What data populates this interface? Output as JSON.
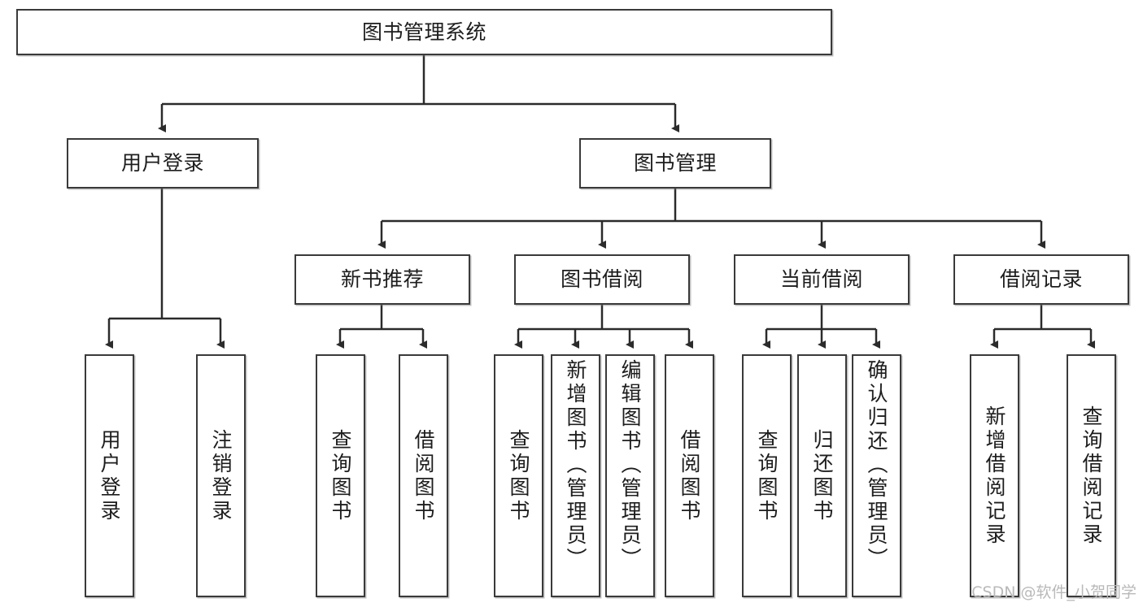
{
  "diagram": {
    "type": "hierarchy-tree",
    "title": "图书管理系统",
    "root": {
      "id": "root",
      "label": "图书管理系统",
      "orientation": "horizontal"
    },
    "level2": [
      {
        "id": "user-login",
        "label": "用户登录",
        "orientation": "horizontal"
      },
      {
        "id": "book-management",
        "label": "图书管理",
        "orientation": "horizontal"
      }
    ],
    "level3": [
      {
        "id": "new-book-recommend",
        "label": "新书推荐",
        "orientation": "horizontal",
        "parent": "book-management"
      },
      {
        "id": "book-borrow",
        "label": "图书借阅",
        "orientation": "horizontal",
        "parent": "book-management"
      },
      {
        "id": "current-borrow",
        "label": "当前借阅",
        "orientation": "horizontal",
        "parent": "book-management"
      },
      {
        "id": "borrow-record",
        "label": "借阅记录",
        "orientation": "horizontal",
        "parent": "book-management"
      }
    ],
    "leaves": [
      {
        "id": "leaf-user-login",
        "label": "用户登录",
        "parent": "user-login",
        "orientation": "vertical"
      },
      {
        "id": "leaf-logout-login",
        "label": "注销登录",
        "parent": "user-login",
        "orientation": "vertical"
      },
      {
        "id": "leaf-query-book-1",
        "label": "查询图书",
        "parent": "new-book-recommend",
        "orientation": "vertical"
      },
      {
        "id": "leaf-borrow-book-1",
        "label": "借阅图书",
        "parent": "new-book-recommend",
        "orientation": "vertical"
      },
      {
        "id": "leaf-query-book-2",
        "label": "查询图书",
        "parent": "book-borrow",
        "orientation": "vertical"
      },
      {
        "id": "leaf-add-book",
        "label": "新增图书（管理员）",
        "parent": "book-borrow",
        "orientation": "vertical"
      },
      {
        "id": "leaf-edit-book",
        "label": "编辑图书（管理员）",
        "parent": "book-borrow",
        "orientation": "vertical"
      },
      {
        "id": "leaf-borrow-book-2",
        "label": "借阅图书",
        "parent": "book-borrow",
        "orientation": "vertical"
      },
      {
        "id": "leaf-query-book-3",
        "label": "查询图书",
        "parent": "current-borrow",
        "orientation": "vertical"
      },
      {
        "id": "leaf-return-book",
        "label": "归还图书",
        "parent": "current-borrow",
        "orientation": "vertical"
      },
      {
        "id": "leaf-confirm-return",
        "label": "确认归还（管理员）",
        "parent": "current-borrow",
        "orientation": "vertical"
      },
      {
        "id": "leaf-add-record",
        "label": "新增借阅记录",
        "parent": "borrow-record",
        "orientation": "vertical"
      },
      {
        "id": "leaf-query-record",
        "label": "查询借阅记录",
        "parent": "borrow-record",
        "orientation": "vertical"
      }
    ],
    "colors": {
      "border": "#3a3a3a",
      "connector": "#2b2b2b",
      "background": "#ffffff",
      "text": "#1d1d1d",
      "watermark": "#b9b9b9"
    }
  },
  "watermark": {
    "text": "CSDN @软件_小贺同学"
  }
}
